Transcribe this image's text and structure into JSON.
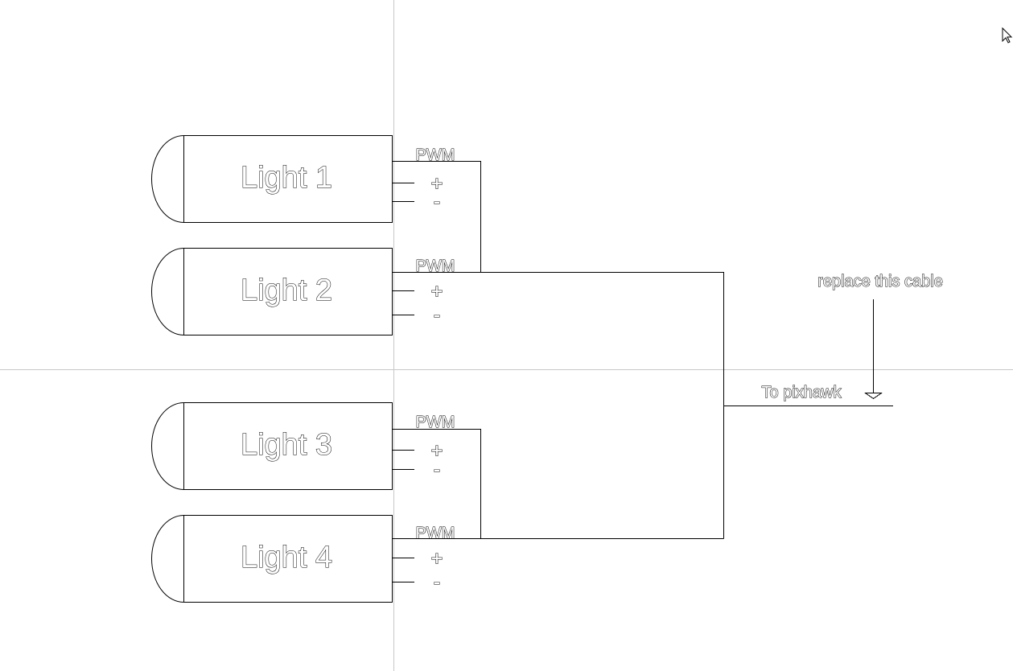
{
  "diagram": {
    "lights": [
      {
        "label": "Light 1",
        "pwm_label": "PWM",
        "plus_label": "+",
        "minus_label": "-"
      },
      {
        "label": "Light 2",
        "pwm_label": "PWM",
        "plus_label": "+",
        "minus_label": "-"
      },
      {
        "label": "Light 3",
        "pwm_label": "PWM",
        "plus_label": "+",
        "minus_label": "-"
      },
      {
        "label": "Light 4",
        "pwm_label": "PWM",
        "plus_label": "+",
        "minus_label": "-"
      }
    ],
    "output_label": "To pixhawk",
    "annotation": "replace this cable",
    "colors": {
      "line": "#000000",
      "guide": "#c8c8c8",
      "background": "#ffffff"
    }
  }
}
